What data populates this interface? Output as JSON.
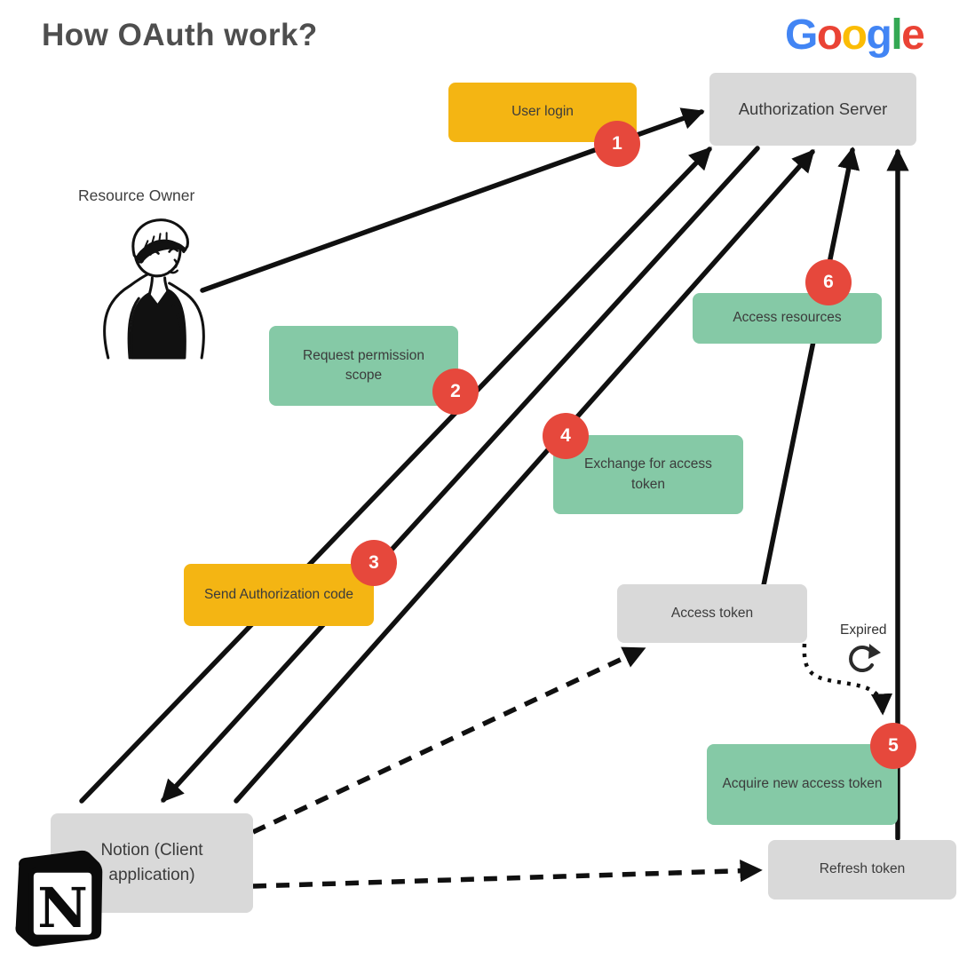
{
  "title": "How OAuth work?",
  "google_logo": {
    "letters": [
      {
        "char": "G",
        "color": "#4285F4"
      },
      {
        "char": "o",
        "color": "#EA4335"
      },
      {
        "char": "o",
        "color": "#FBBC05"
      },
      {
        "char": "g",
        "color": "#4285F4"
      },
      {
        "char": "l",
        "color": "#34A853"
      },
      {
        "char": "e",
        "color": "#EA4335"
      }
    ]
  },
  "actors": {
    "resource_owner": "Resource Owner"
  },
  "nodes": {
    "auth_server": {
      "label": "Authorization Server",
      "color": "#D9D9D9"
    },
    "user_login": {
      "label": "User login",
      "color": "#F4B513"
    },
    "request_permission": {
      "label": "Request permission scope",
      "color": "#85C9A6"
    },
    "send_auth_code": {
      "label": "Send Authorization code",
      "color": "#F4B513"
    },
    "exchange_token": {
      "label": "Exchange for access token",
      "color": "#85C9A6"
    },
    "access_resources": {
      "label": "Access resources",
      "color": "#85C9A6"
    },
    "access_token": {
      "label": "Access token",
      "color": "#D9D9D9"
    },
    "acquire_new_token": {
      "label": "Acquire new access token",
      "color": "#85C9A6"
    },
    "refresh_token": {
      "label": "Refresh token",
      "color": "#D9D9D9"
    },
    "notion_client": {
      "label": "Notion (Client application)",
      "color": "#D9D9D9"
    }
  },
  "steps": {
    "s1": "1",
    "s2": "2",
    "s3": "3",
    "s4": "4",
    "s5": "5",
    "s6": "6"
  },
  "annotations": {
    "expired": "Expired"
  },
  "icons": {
    "refresh": "clockwise-refresh-arrow",
    "notion_letter": "N"
  },
  "colors": {
    "step_badge": "#E6483C",
    "arrow": "#101010",
    "title": "#4E4E4E",
    "box_text": "#3B3B3B"
  }
}
